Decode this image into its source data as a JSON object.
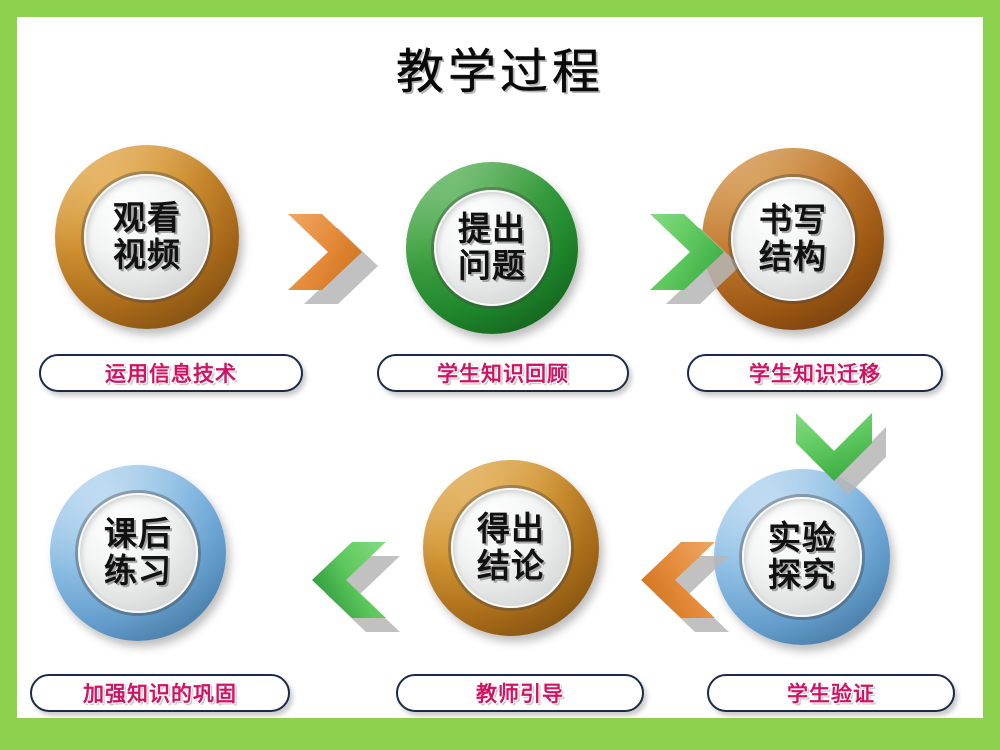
{
  "slide": {
    "title": "教学过程",
    "border_color": "#8CD24E",
    "page_background": "#FFFFFF"
  },
  "caption_style": {
    "text_color": "#CF1464",
    "border_color": "#1B2A4A"
  },
  "nodes": [
    {
      "id": "watch-video",
      "label": "观看\n视频",
      "caption": "运用信息技术",
      "ring_color": "#CF8B21",
      "ring_variant": "orange"
    },
    {
      "id": "raise-questions",
      "label": "提出\n问题",
      "caption": "学生知识回顾",
      "ring_color": "#329A34",
      "ring_variant": "green"
    },
    {
      "id": "write-structure",
      "label": "书写\n结构",
      "caption": "学生知识迁移",
      "ring_color": "#C0731F",
      "ring_variant": "rust"
    },
    {
      "id": "experiment-inquiry",
      "label": "实验\n探究",
      "caption": "学生验证",
      "ring_color": "#8CBEE4",
      "ring_variant": "blue"
    },
    {
      "id": "draw-conclusions",
      "label": "得出\n结论",
      "caption": "教师引导",
      "ring_color": "#D08F24",
      "ring_variant": "amber"
    },
    {
      "id": "after-class-practice",
      "label": "课后\n练习",
      "caption": "加强知识的巩固",
      "ring_color": "#8CBEE4",
      "ring_variant": "blue"
    }
  ],
  "arrows": [
    {
      "id": "arrow-1",
      "direction": "right",
      "color": "#E08A3C",
      "from": "watch-video",
      "to": "raise-questions"
    },
    {
      "id": "arrow-2",
      "direction": "right",
      "color": "#5FC95F",
      "from": "raise-questions",
      "to": "write-structure"
    },
    {
      "id": "arrow-3",
      "direction": "down",
      "color": "#5FC95F",
      "from": "write-structure",
      "to": "experiment-inquiry"
    },
    {
      "id": "arrow-4",
      "direction": "left",
      "color": "#E08A3C",
      "from": "experiment-inquiry",
      "to": "draw-conclusions"
    },
    {
      "id": "arrow-5",
      "direction": "left",
      "color": "#5FC95F",
      "from": "draw-conclusions",
      "to": "after-class-practice"
    }
  ]
}
